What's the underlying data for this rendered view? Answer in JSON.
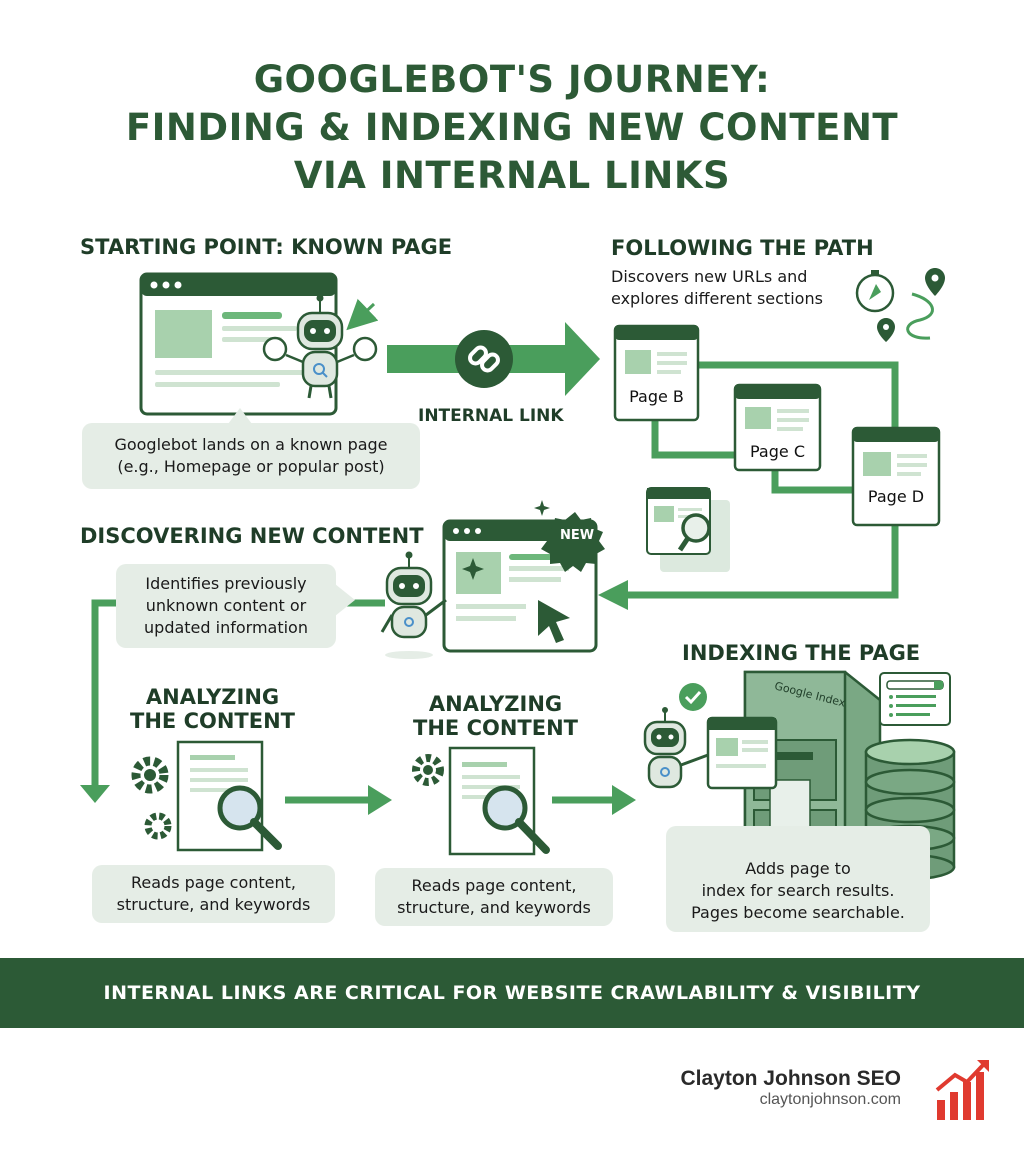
{
  "title": {
    "line1": "GOOGLEBOT'S JOURNEY:",
    "line2": "FINDING & INDEXING NEW CONTENT",
    "line3": "VIA INTERNAL LINKS"
  },
  "steps": {
    "start": {
      "heading": "STARTING POINT: KNOWN PAGE",
      "desc_line1": "Googlebot lands on a known page",
      "desc_line2": "(e.g., Homepage or popular post)"
    },
    "link_label": "INTERNAL LINK",
    "path": {
      "heading": "FOLLOWING THE PATH",
      "desc_line1": "Discovers new URLs and",
      "desc_line2": "explores different sections",
      "pages": [
        "Page B",
        "Page C",
        "Page D"
      ]
    },
    "discover": {
      "heading": "DISCOVERING NEW CONTENT",
      "badge": "NEW",
      "desc_line1": "Identifies previously",
      "desc_line2": "unknown content or",
      "desc_line3": "updated information"
    },
    "analyze1": {
      "heading_line1": "ANALYZING",
      "heading_line2": "THE CONTENT",
      "desc_line1": "Reads page content,",
      "desc_line2": "structure, and keywords"
    },
    "analyze2": {
      "heading_line1": "ANALYZING",
      "heading_line2": "THE CONTENT",
      "desc_line1": "Reads page content,",
      "desc_line2": "structure, and keywords"
    },
    "index": {
      "heading": "INDEXING THE PAGE",
      "cabinet_label": "Google Index",
      "desc_line1": "Adds page to",
      "desc_line2": "index for search results.",
      "desc_line3": "Pages become searchable."
    }
  },
  "banner": "INTERNAL LINKS ARE CRITICAL FOR WEBSITE CRAWLABILITY & VISIBILITY",
  "brand": {
    "name": "Clayton Johnson SEO",
    "url": "claytonjohnson.com"
  },
  "colors": {
    "primary": "#2c5a36",
    "accent": "#4a9e5c",
    "light": "#cfe3d1",
    "bubble": "#e5ede6",
    "brand_red": "#e03a2f"
  }
}
